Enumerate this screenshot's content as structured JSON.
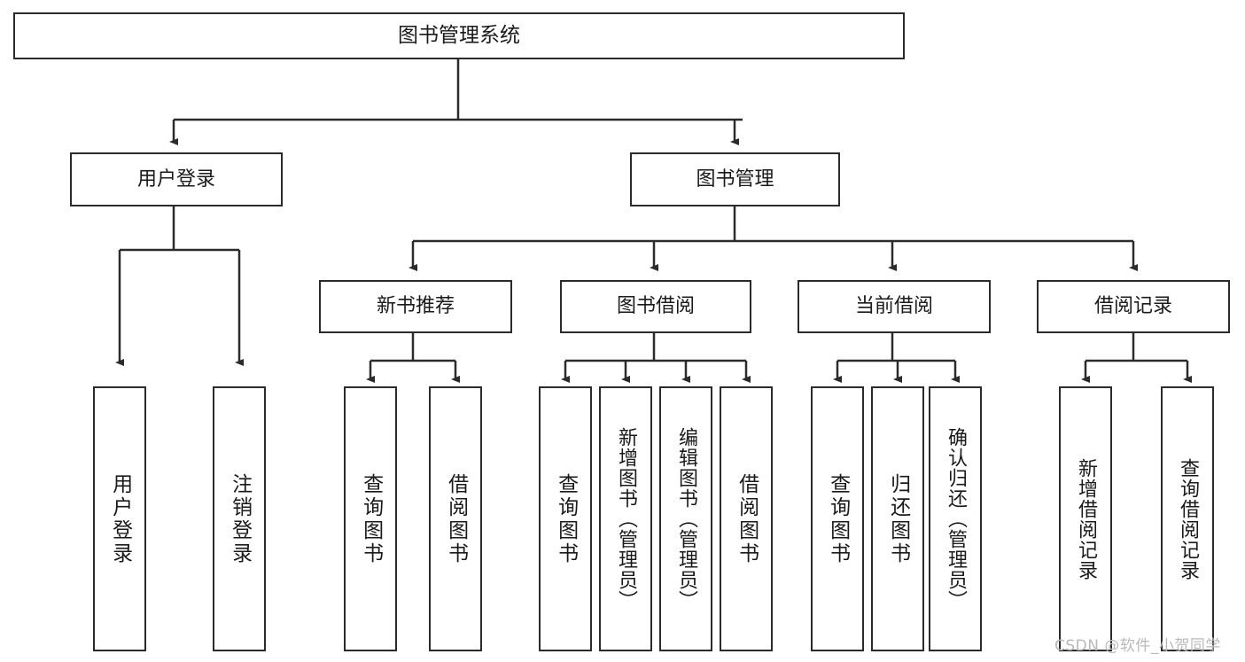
{
  "diagram": {
    "type": "tree-hierarchy-chart",
    "title": "图书管理系统",
    "line_color": "#2b2b2b",
    "box_fill": "#ffffff",
    "text_color": "#1a1a1a"
  },
  "root": {
    "label": "图书管理系统"
  },
  "level1": [
    {
      "label": "用户登录"
    },
    {
      "label": "图书管理"
    }
  ],
  "level2": [
    {
      "label": "新书推荐"
    },
    {
      "label": "图书借阅"
    },
    {
      "label": "当前借阅"
    },
    {
      "label": "借阅记录"
    }
  ],
  "leaves": {
    "user_login": [
      {
        "label": "用户登录"
      },
      {
        "label": "注销登录"
      }
    ],
    "new_book_recommend": [
      {
        "label": "查询图书"
      },
      {
        "label": "借阅图书"
      }
    ],
    "book_borrow": [
      {
        "label": "查询图书"
      },
      {
        "label": "新增图书（管理员）"
      },
      {
        "label": "编辑图书（管理员）"
      },
      {
        "label": "借阅图书"
      }
    ],
    "current_borrow": [
      {
        "label": "查询图书"
      },
      {
        "label": "归还图书"
      },
      {
        "label": "确认归还（管理员）"
      }
    ],
    "borrow_record": [
      {
        "label": "新增借阅记录"
      },
      {
        "label": "查询借阅记录"
      }
    ]
  },
  "watermark": {
    "text": "CSDN @软件_小贺同学"
  }
}
